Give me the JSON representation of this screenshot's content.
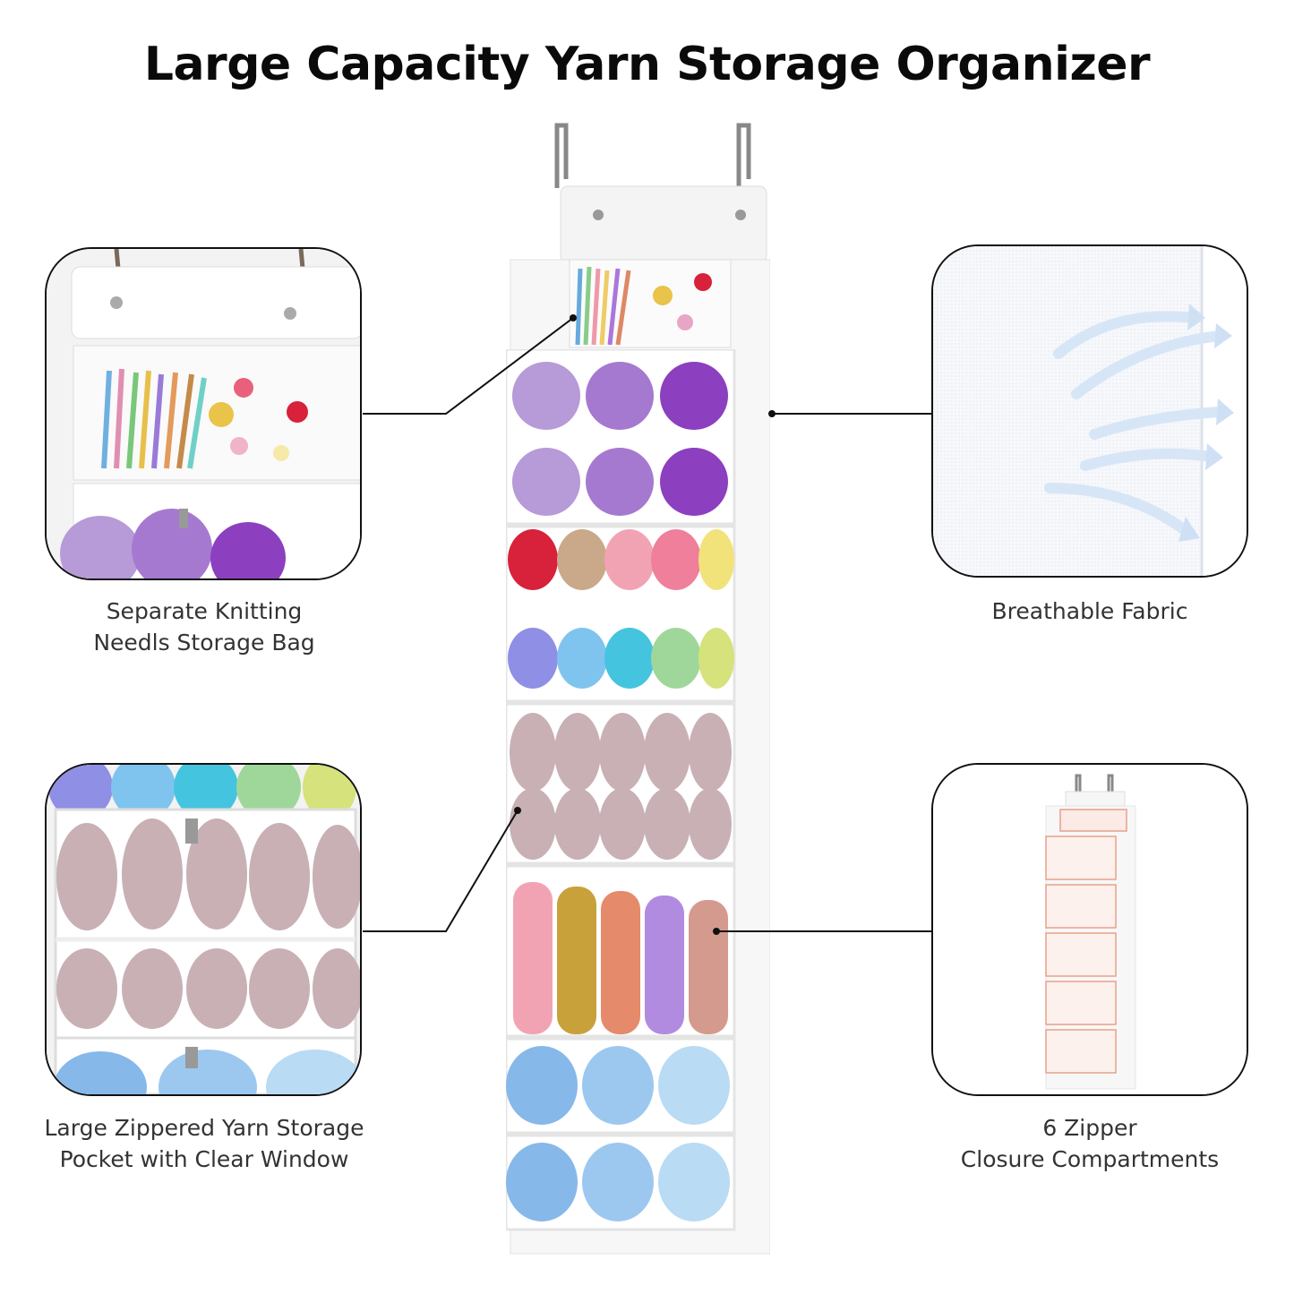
{
  "title": "Large Capacity Yarn Storage Organizer",
  "callouts": {
    "needles_bag": {
      "line1": "Separate Knitting",
      "line2": "Needls Storage Bag"
    },
    "breathable": {
      "line1": "Breathable Fabric"
    },
    "pocket": {
      "line1": "Large Zippered Yarn Storage",
      "line2": "Pocket with Clear Window"
    },
    "compartments": {
      "line1": "6 Zipper",
      "line2": "Closure Compartments"
    }
  },
  "colors": {
    "lavender": "#b79ad8",
    "purple": "#8c3fbf",
    "red": "#d8213a",
    "tan": "#c9a98a",
    "pink": "#f2a3b3",
    "yellow": "#f2e27a",
    "periwinkle": "#8f8fe6",
    "skyblue": "#7fc4ee",
    "cyan": "#45c4e0",
    "mint": "#9fd79b",
    "lime": "#d6e27b",
    "multicolor": "#c8b0b5",
    "mustard": "#c9a13a",
    "salmon": "#e58a6a",
    "lilac": "#b18be0",
    "babyblue": "#86b8ea",
    "paleblue": "#b9dbf3",
    "accent_orange": "#e8a08a"
  }
}
